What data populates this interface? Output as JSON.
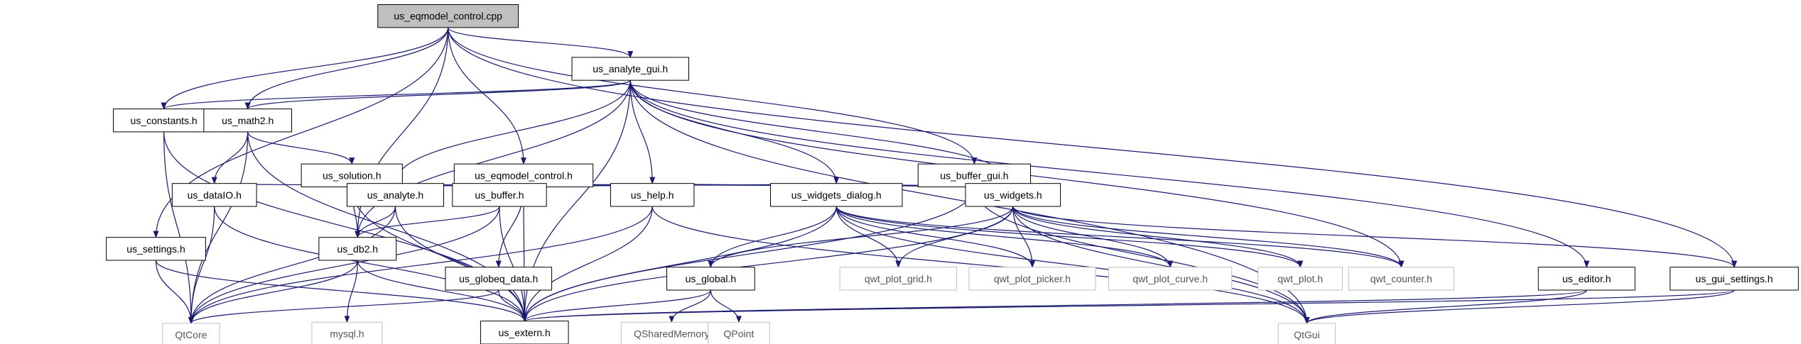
{
  "colors": {
    "edge": "#191970",
    "node_border": "#000000",
    "node_border_external": "#bfbfbf",
    "root_fill": "#bfbfbf",
    "node_fill": "#ffffff",
    "text": "#000000",
    "text_external": "#555555"
  },
  "nodes": [
    {
      "id": "root",
      "label": "us_eqmodel_control.cpp",
      "kind": "root"
    },
    {
      "id": "analyte_gui",
      "label": "us_analyte_gui.h",
      "kind": "file"
    },
    {
      "id": "constants",
      "label": "us_constants.h",
      "kind": "file"
    },
    {
      "id": "math2",
      "label": "us_math2.h",
      "kind": "file"
    },
    {
      "id": "solution",
      "label": "us_solution.h",
      "kind": "file"
    },
    {
      "id": "eqmodel_control",
      "label": "us_eqmodel_control.h",
      "kind": "file"
    },
    {
      "id": "buffer_gui",
      "label": "us_buffer_gui.h",
      "kind": "file"
    },
    {
      "id": "dataio",
      "label": "us_dataIO.h",
      "kind": "file"
    },
    {
      "id": "analyte",
      "label": "us_analyte.h",
      "kind": "file"
    },
    {
      "id": "buffer",
      "label": "us_buffer.h",
      "kind": "file"
    },
    {
      "id": "help",
      "label": "us_help.h",
      "kind": "file"
    },
    {
      "id": "widgets_dialog",
      "label": "us_widgets_dialog.h",
      "kind": "file"
    },
    {
      "id": "widgets",
      "label": "us_widgets.h",
      "kind": "file"
    },
    {
      "id": "settings",
      "label": "us_settings.h",
      "kind": "file"
    },
    {
      "id": "db2",
      "label": "us_db2.h",
      "kind": "file"
    },
    {
      "id": "globeq",
      "label": "us_globeq_data.h",
      "kind": "file"
    },
    {
      "id": "global",
      "label": "us_global.h",
      "kind": "file"
    },
    {
      "id": "qwt_grid",
      "label": "qwt_plot_grid.h",
      "kind": "external"
    },
    {
      "id": "qwt_picker",
      "label": "qwt_plot_picker.h",
      "kind": "external"
    },
    {
      "id": "qwt_curve",
      "label": "qwt_plot_curve.h",
      "kind": "external"
    },
    {
      "id": "qwt_plot",
      "label": "qwt_plot.h",
      "kind": "external"
    },
    {
      "id": "qwt_counter",
      "label": "qwt_counter.h",
      "kind": "external"
    },
    {
      "id": "editor",
      "label": "us_editor.h",
      "kind": "file"
    },
    {
      "id": "gui_settings",
      "label": "us_gui_settings.h",
      "kind": "file"
    },
    {
      "id": "qtcore",
      "label": "QtCore",
      "kind": "external"
    },
    {
      "id": "extern",
      "label": "us_extern.h",
      "kind": "file"
    },
    {
      "id": "mysql",
      "label": "mysql.h",
      "kind": "external"
    },
    {
      "id": "qshared",
      "label": "QSharedMemory",
      "kind": "external"
    },
    {
      "id": "qpoint",
      "label": "QPoint",
      "kind": "external"
    },
    {
      "id": "qtgui",
      "label": "QtGui",
      "kind": "external"
    }
  ],
  "edges": [
    [
      "root",
      "analyte_gui"
    ],
    [
      "root",
      "constants"
    ],
    [
      "root",
      "math2"
    ],
    [
      "root",
      "eqmodel_control"
    ],
    [
      "root",
      "db2"
    ],
    [
      "root",
      "settings"
    ],
    [
      "root",
      "buffer_gui"
    ],
    [
      "root",
      "gui_settings"
    ],
    [
      "analyte_gui",
      "constants"
    ],
    [
      "analyte_gui",
      "math2"
    ],
    [
      "analyte_gui",
      "analyte"
    ],
    [
      "analyte_gui",
      "db2"
    ],
    [
      "analyte_gui",
      "help"
    ],
    [
      "analyte_gui",
      "extern"
    ],
    [
      "analyte_gui",
      "widgets_dialog"
    ],
    [
      "analyte_gui",
      "widgets"
    ],
    [
      "analyte_gui",
      "qwt_counter"
    ],
    [
      "analyte_gui",
      "editor"
    ],
    [
      "analyte_gui",
      "qtgui"
    ],
    [
      "constants",
      "qtcore"
    ],
    [
      "constants",
      "extern"
    ],
    [
      "math2",
      "solution"
    ],
    [
      "math2",
      "dataio"
    ],
    [
      "math2",
      "qtcore"
    ],
    [
      "math2",
      "extern"
    ],
    [
      "solution",
      "analyte"
    ],
    [
      "solution",
      "buffer"
    ],
    [
      "solution",
      "db2"
    ],
    [
      "solution",
      "extern"
    ],
    [
      "eqmodel_control",
      "dataio"
    ],
    [
      "eqmodel_control",
      "analyte"
    ],
    [
      "eqmodel_control",
      "buffer"
    ],
    [
      "eqmodel_control",
      "globeq"
    ],
    [
      "eqmodel_control",
      "help"
    ],
    [
      "eqmodel_control",
      "widgets_dialog"
    ],
    [
      "eqmodel_control",
      "extern"
    ],
    [
      "buffer_gui",
      "buffer"
    ],
    [
      "buffer_gui",
      "help"
    ],
    [
      "buffer_gui",
      "widgets_dialog"
    ],
    [
      "buffer_gui",
      "widgets"
    ],
    [
      "buffer_gui",
      "extern"
    ],
    [
      "buffer_gui",
      "qtgui"
    ],
    [
      "dataio",
      "qtcore"
    ],
    [
      "dataio",
      "extern"
    ],
    [
      "analyte",
      "db2"
    ],
    [
      "analyte",
      "qtcore"
    ],
    [
      "analyte",
      "extern"
    ],
    [
      "buffer",
      "db2"
    ],
    [
      "buffer",
      "qtcore"
    ],
    [
      "buffer",
      "extern"
    ],
    [
      "help",
      "qtcore"
    ],
    [
      "help",
      "extern"
    ],
    [
      "help",
      "qtgui"
    ],
    [
      "widgets_dialog",
      "global"
    ],
    [
      "widgets_dialog",
      "qwt_grid"
    ],
    [
      "widgets_dialog",
      "qwt_picker"
    ],
    [
      "widgets_dialog",
      "qwt_curve"
    ],
    [
      "widgets_dialog",
      "qwt_plot"
    ],
    [
      "widgets_dialog",
      "qwt_counter"
    ],
    [
      "widgets_dialog",
      "extern"
    ],
    [
      "widgets_dialog",
      "qtgui"
    ],
    [
      "widgets",
      "global"
    ],
    [
      "widgets",
      "qwt_grid"
    ],
    [
      "widgets",
      "qwt_picker"
    ],
    [
      "widgets",
      "qwt_curve"
    ],
    [
      "widgets",
      "qwt_plot"
    ],
    [
      "widgets",
      "qwt_counter"
    ],
    [
      "widgets",
      "gui_settings"
    ],
    [
      "widgets",
      "extern"
    ],
    [
      "widgets",
      "qtgui"
    ],
    [
      "settings",
      "qtcore"
    ],
    [
      "settings",
      "extern"
    ],
    [
      "db2",
      "qtcore"
    ],
    [
      "db2",
      "mysql"
    ],
    [
      "db2",
      "extern"
    ],
    [
      "globeq",
      "qtcore"
    ],
    [
      "globeq",
      "extern"
    ],
    [
      "global",
      "qshared"
    ],
    [
      "global",
      "qpoint"
    ],
    [
      "global",
      "extern"
    ],
    [
      "editor",
      "extern"
    ],
    [
      "editor",
      "qtgui"
    ],
    [
      "gui_settings",
      "extern"
    ],
    [
      "gui_settings",
      "qtgui"
    ]
  ]
}
